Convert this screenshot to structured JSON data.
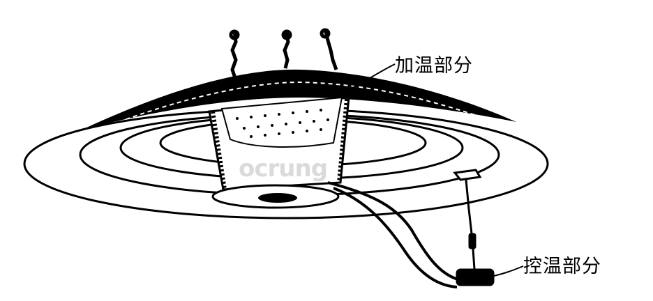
{
  "labels": {
    "heating_part": "加温部分",
    "control_part": "控温部分"
  },
  "watermark": "ocrung"
}
